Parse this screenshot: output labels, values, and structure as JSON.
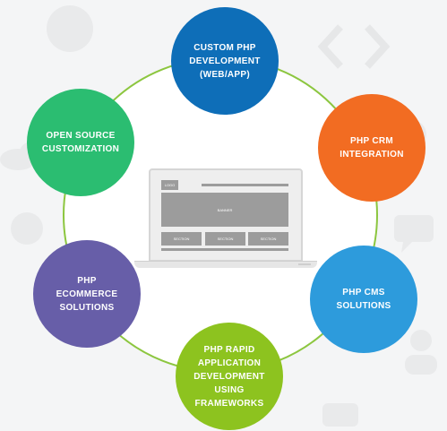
{
  "colors": {
    "ring": "#8cc63f",
    "custom_php": "#0e6eb8",
    "crm": "#f26c22",
    "cms": "#2d9bdc",
    "rapid": "#8dc31f",
    "ecommerce": "#675ea8",
    "open_source": "#2bbd71"
  },
  "nodes": {
    "custom_php": "CUSTOM PHP\nDEVELOPMENT\n(WEB/APP)",
    "crm": "PHP CRM\nINTEGRATION",
    "cms": "PHP CMS\nSOLUTIONS",
    "rapid": "PHP RAPID\nAPPLICATION\nDEVELOPMENT\nUSING\nFRAMEWORKS",
    "ecommerce": "PHP ECOMMERCE\nSOLUTIONS",
    "open_source": "OPEN SOURCE\nCUSTOMIZATION"
  },
  "laptop": {
    "logo": "LOGO",
    "banner": "BANNER",
    "sections": [
      "SECTION",
      "SECTION",
      "SECTION"
    ]
  },
  "background_icons": [
    "globe-icon",
    "code-brackets-icon",
    "chat-bubble-icon",
    "user-icon",
    "settings-icon",
    "cloud-icon"
  ]
}
